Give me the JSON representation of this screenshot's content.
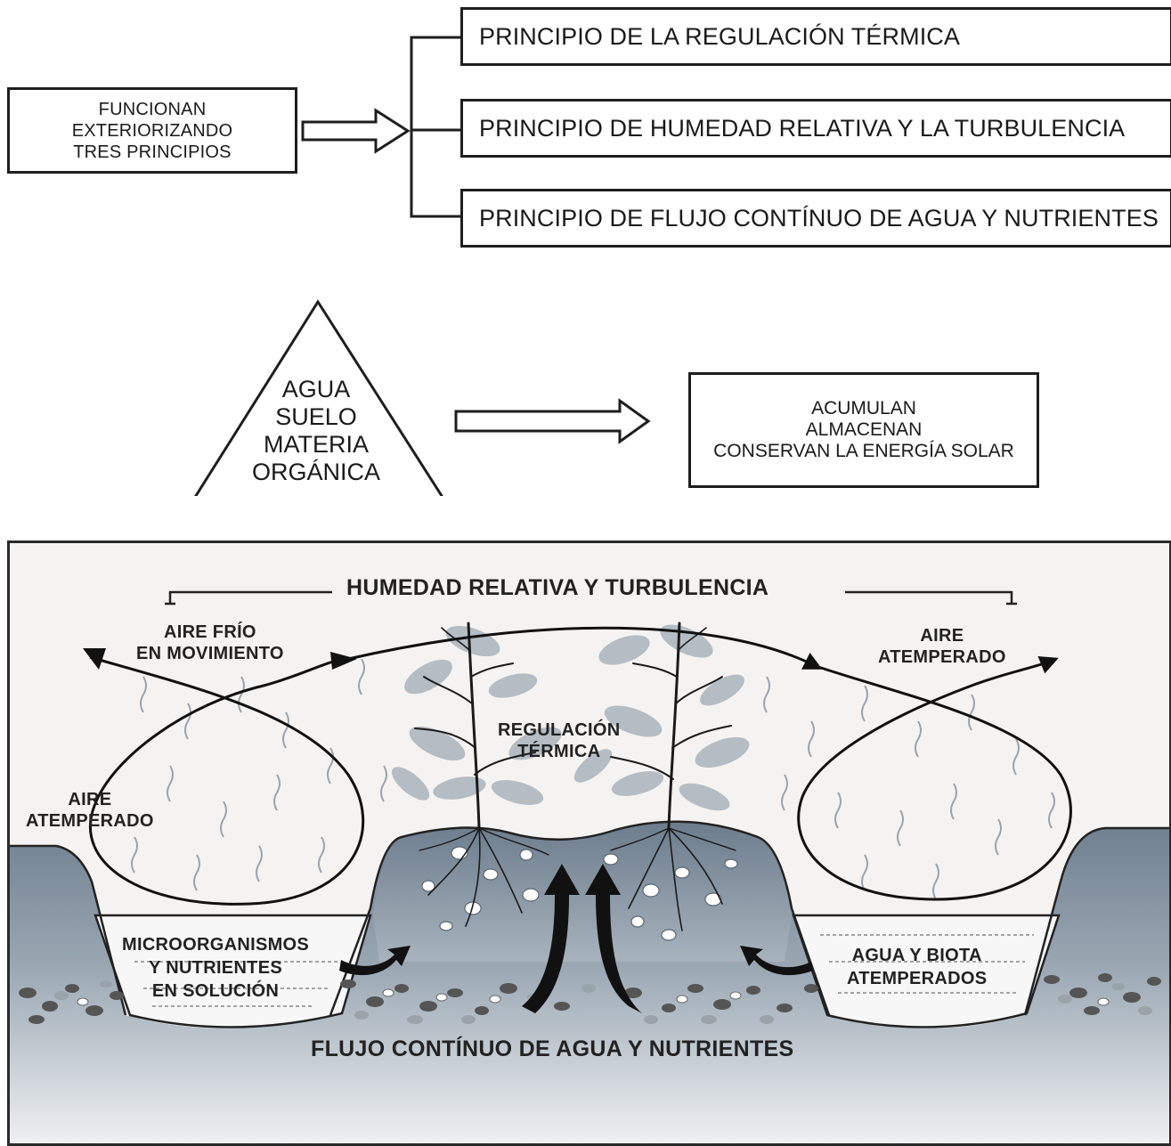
{
  "top_flow": {
    "source_box": [
      "FUNCIONAN",
      "EXTERIORIZANDO",
      "TRES PRINCIPIOS"
    ],
    "principles": [
      "PRINCIPIO DE LA REGULACIÓN TÉRMICA",
      "PRINCIPIO DE HUMEDAD RELATIVA Y LA TURBULENCIA",
      "PRINCIPIO DE FLUJO CONTÍNUO DE AGUA Y NUTRIENTES"
    ]
  },
  "middle_flow": {
    "triangle": [
      "AGUA",
      "SUELO",
      "MATERIA",
      "ORGÁNICA"
    ],
    "result_box": [
      "ACUMULAN",
      "ALMACENAN",
      "CONSERVAN LA ENERGÍA SOLAR"
    ]
  },
  "illustration": {
    "title": "HUMEDAD RELATIVA Y TURBULENCIA",
    "cold_air": [
      "AIRE FRÍO",
      "EN MOVIMIENTO"
    ],
    "tempered_air_right": [
      "AIRE",
      "ATEMPERADO"
    ],
    "tempered_air_left": [
      "AIRE",
      "ATEMPERADO"
    ],
    "thermal_regulation": [
      "REGULACIÓN",
      "TÉRMICA"
    ],
    "microorganisms": [
      "MICROORGANISMOS",
      "Y NUTRIENTES",
      "EN SOLUCIÓN"
    ],
    "water_biota": [
      "AGUA Y BIOTA",
      "ATEMPERADOS"
    ],
    "bottom_flow": "FLUJO CONTÍNUO DE AGUA Y NUTRIENTES"
  },
  "colors": {
    "line": "#1e1e1e",
    "sky": "#f5f3f1",
    "soil_dark": "#7d8b99",
    "soil_light": "#c3ccd4",
    "canal_water": "#f7f7f7",
    "foliage": "#aab4bd"
  }
}
